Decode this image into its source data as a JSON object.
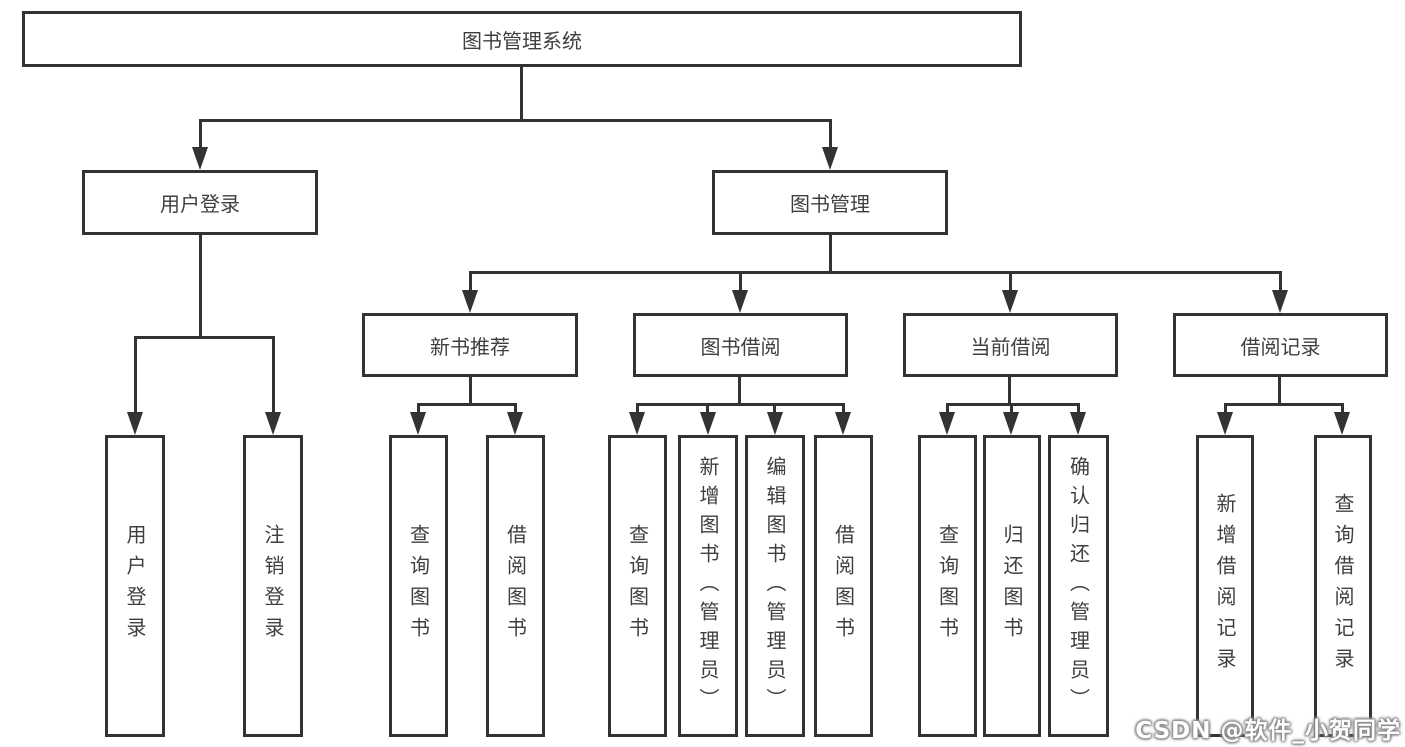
{
  "diagram": {
    "type": "hierarchy-tree",
    "nodes": {
      "root": "图书管理系统",
      "user_login": "用户登录",
      "book_mgmt": "图书管理",
      "new_books": "新书推荐",
      "book_borrow": "图书借阅",
      "current_borrow": "当前借阅",
      "borrow_records": "借阅记录",
      "leaf_user_login": "用户登录",
      "leaf_logout": "注销登录",
      "leaf_nb_query": "查询图书",
      "leaf_nb_borrow": "借阅图书",
      "leaf_bb_query": "查询图书",
      "leaf_bb_add": "新增图书（管理员）",
      "leaf_bb_edit": "编辑图书（管理员）",
      "leaf_bb_borrow": "借阅图书",
      "leaf_cb_query": "查询图书",
      "leaf_cb_return": "归还图书",
      "leaf_cb_confirm": "确认归还（管理员）",
      "leaf_br_add": "新增借阅记录",
      "leaf_br_query": "查询借阅记录"
    },
    "edges": [
      [
        "图书管理系统",
        "用户登录"
      ],
      [
        "图书管理系统",
        "图书管理"
      ],
      [
        "用户登录",
        "用户登录"
      ],
      [
        "用户登录",
        "注销登录"
      ],
      [
        "图书管理",
        "新书推荐"
      ],
      [
        "图书管理",
        "图书借阅"
      ],
      [
        "图书管理",
        "当前借阅"
      ],
      [
        "图书管理",
        "借阅记录"
      ],
      [
        "新书推荐",
        "查询图书"
      ],
      [
        "新书推荐",
        "借阅图书"
      ],
      [
        "图书借阅",
        "查询图书"
      ],
      [
        "图书借阅",
        "新增图书（管理员）"
      ],
      [
        "图书借阅",
        "编辑图书（管理员）"
      ],
      [
        "图书借阅",
        "借阅图书"
      ],
      [
        "当前借阅",
        "查询图书"
      ],
      [
        "当前借阅",
        "归还图书"
      ],
      [
        "当前借阅",
        "确认归还（管理员）"
      ],
      [
        "借阅记录",
        "新增借阅记录"
      ],
      [
        "借阅记录",
        "查询借阅记录"
      ]
    ],
    "watermark": "CSDN @软件_小贺同学",
    "colors": {
      "line": "#333333",
      "text": "#3f3f3f",
      "background": "#ffffff",
      "watermark_text": "#ffffff",
      "watermark_shadow": "#8c8c8c"
    }
  }
}
